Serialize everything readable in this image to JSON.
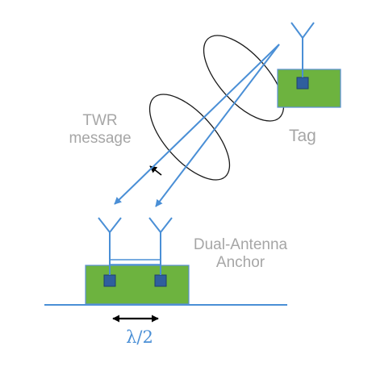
{
  "labels": {
    "message_line1": "TWR",
    "message_line2": "message",
    "tag": "Tag",
    "anchor_line1": "Dual-Antenna",
    "anchor_line2": "Anchor",
    "spacing": "λ/2"
  },
  "colors": {
    "board_green": "#6db33f",
    "chip_blue": "#2f5f9e",
    "signal_blue": "#4a8fd6",
    "label_gray": "#a6a6a6",
    "outline_dark": "#1a1a1a"
  },
  "icons": {
    "tag_antenna": "antenna-icon",
    "anchor_antennas": "antenna-icon",
    "polarization": "rotation-arrow-icon",
    "spacing": "double-arrow-icon"
  }
}
